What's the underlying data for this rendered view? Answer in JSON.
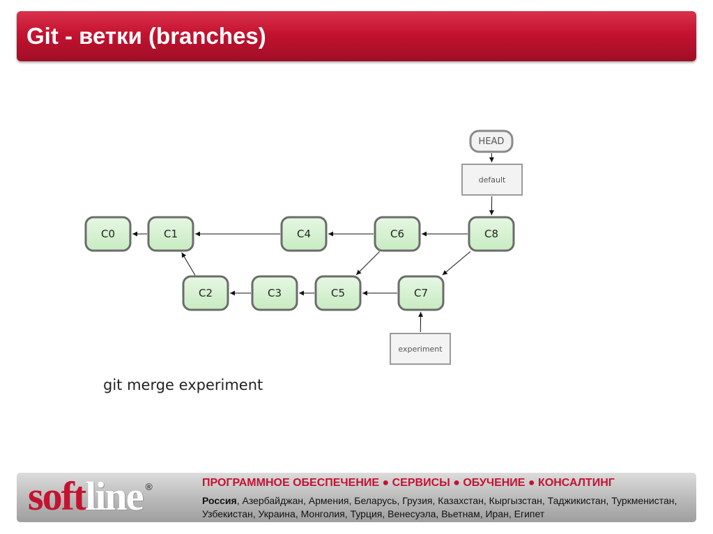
{
  "header": {
    "title": "Git - ветки (branches)"
  },
  "diagram": {
    "commits": [
      "C0",
      "C1",
      "C2",
      "C3",
      "C4",
      "C5",
      "C6",
      "C7",
      "C8"
    ],
    "refs": [
      "HEAD",
      "default",
      "experiment"
    ],
    "edges": [
      [
        "C1",
        "C0"
      ],
      [
        "C2",
        "C1"
      ],
      [
        "C3",
        "C2"
      ],
      [
        "C4",
        "C1"
      ],
      [
        "C5",
        "C3"
      ],
      [
        "C6",
        "C4"
      ],
      [
        "C6",
        "C5"
      ],
      [
        "C7",
        "C5"
      ],
      [
        "C8",
        "C6"
      ],
      [
        "C8",
        "C7"
      ],
      [
        "HEAD",
        "default"
      ],
      [
        "default",
        "C8"
      ],
      [
        "experiment",
        "C7"
      ]
    ]
  },
  "caption": "git merge experiment",
  "footer": {
    "logo": {
      "part1": "soft",
      "part2": "line",
      "reg": "®"
    },
    "tagline": "ПРОГРАММНОЕ ОБЕСПЕЧЕНИЕ ● СЕРВИСЫ ● ОБУЧЕНИЕ ● КОНСАЛТИНГ",
    "country_main": "Россия",
    "countries_rest": ", Азербайджан, Армения, Беларусь, Грузия, Казахстан, Кыргызстан, Таджикистан, Туркменистан, Узбекистан, Украина, Монголия, Турция, Венесуэла, Вьетнам, Иран, Египет"
  }
}
